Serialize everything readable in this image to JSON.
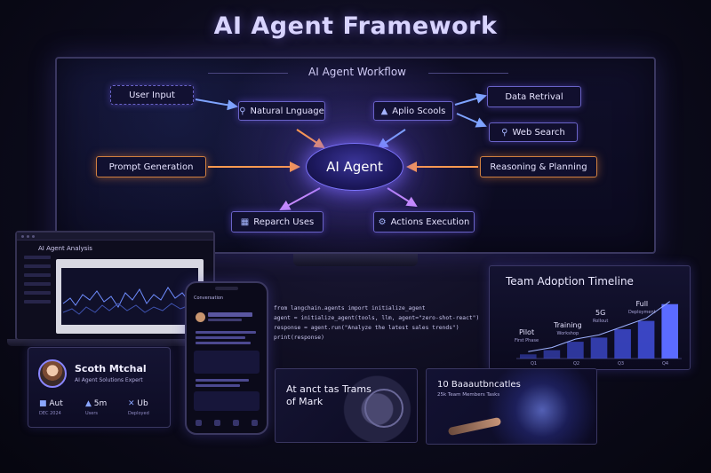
{
  "title": "AI Agent Framework",
  "workflow": {
    "title": "AI Agent Workflow",
    "core": "AI Agent",
    "nodes": {
      "user_input": "User Input",
      "natural_language": "Natural Lnguage",
      "apis_tools": "Aplio Scools",
      "data_retrieval": "Data Retrival",
      "web_search": "Web Search",
      "prompt_generation": "Prompt Generation",
      "reasoning_planning": "Reasoning & Planning",
      "research_users": "Reparch Uses",
      "actions_execution": "Actions Execution"
    }
  },
  "laptop": {
    "title": "AI Agent Analysis"
  },
  "phone": {
    "header": "Conversation"
  },
  "code": {
    "line1": "from langchain.agents import initialize_agent",
    "line2": "agent = initialize_agent(tools, llm, agent=\"zero-shot-react\")",
    "line3": "response = agent.run(\"Analyze the latest sales trends\")",
    "line4": "print(response)"
  },
  "profile": {
    "name": "Scoth Mtchal",
    "role": "AI Agent Solutions Expert",
    "stats": [
      {
        "value": "Aut",
        "label": "DEC 2024"
      },
      {
        "value": "5m",
        "label": "Users"
      },
      {
        "value": "Ub",
        "label": "Deployed"
      }
    ]
  },
  "timeline": {
    "title": "Team Adoption Timeline",
    "stages": [
      {
        "label": "Pilot",
        "sub": "First Phase"
      },
      {
        "label": "Training",
        "sub": "Workshop"
      },
      {
        "label": "5G",
        "sub": "Rollout"
      },
      {
        "label": "Full",
        "sub": "Deployment"
      }
    ],
    "ticks": [
      "Q1",
      "Q2",
      "Q3",
      "Q4"
    ]
  },
  "promo1": {
    "text": "At anct tas Trams of Mark"
  },
  "promo2": {
    "title": "10 Baaautbncatles",
    "sub": "25k Team Members Tasks"
  },
  "chart_data": {
    "type": "bar",
    "title": "Team Adoption Timeline",
    "categories": [
      "Q1",
      "Q2",
      "Q3",
      "Q4"
    ],
    "values": [
      1,
      2,
      4,
      5,
      7,
      9,
      13
    ],
    "ylim": [
      0,
      14
    ]
  }
}
